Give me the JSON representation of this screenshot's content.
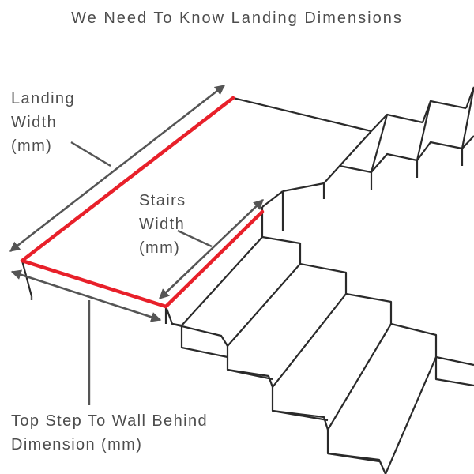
{
  "title": "We Need To Know Landing Dimensions",
  "labels": {
    "landing_width": [
      "Landing",
      "Width",
      "(mm)"
    ],
    "stairs_width": [
      "Stairs",
      "Width",
      "(mm)"
    ],
    "top_step_to_wall": [
      "Top Step To Wall Behind",
      "Dimension (mm)"
    ]
  },
  "colors": {
    "outline": "#2a2a2a",
    "highlight": "#e8202a",
    "annotation": "#555555",
    "text": "#4d4d4d"
  }
}
